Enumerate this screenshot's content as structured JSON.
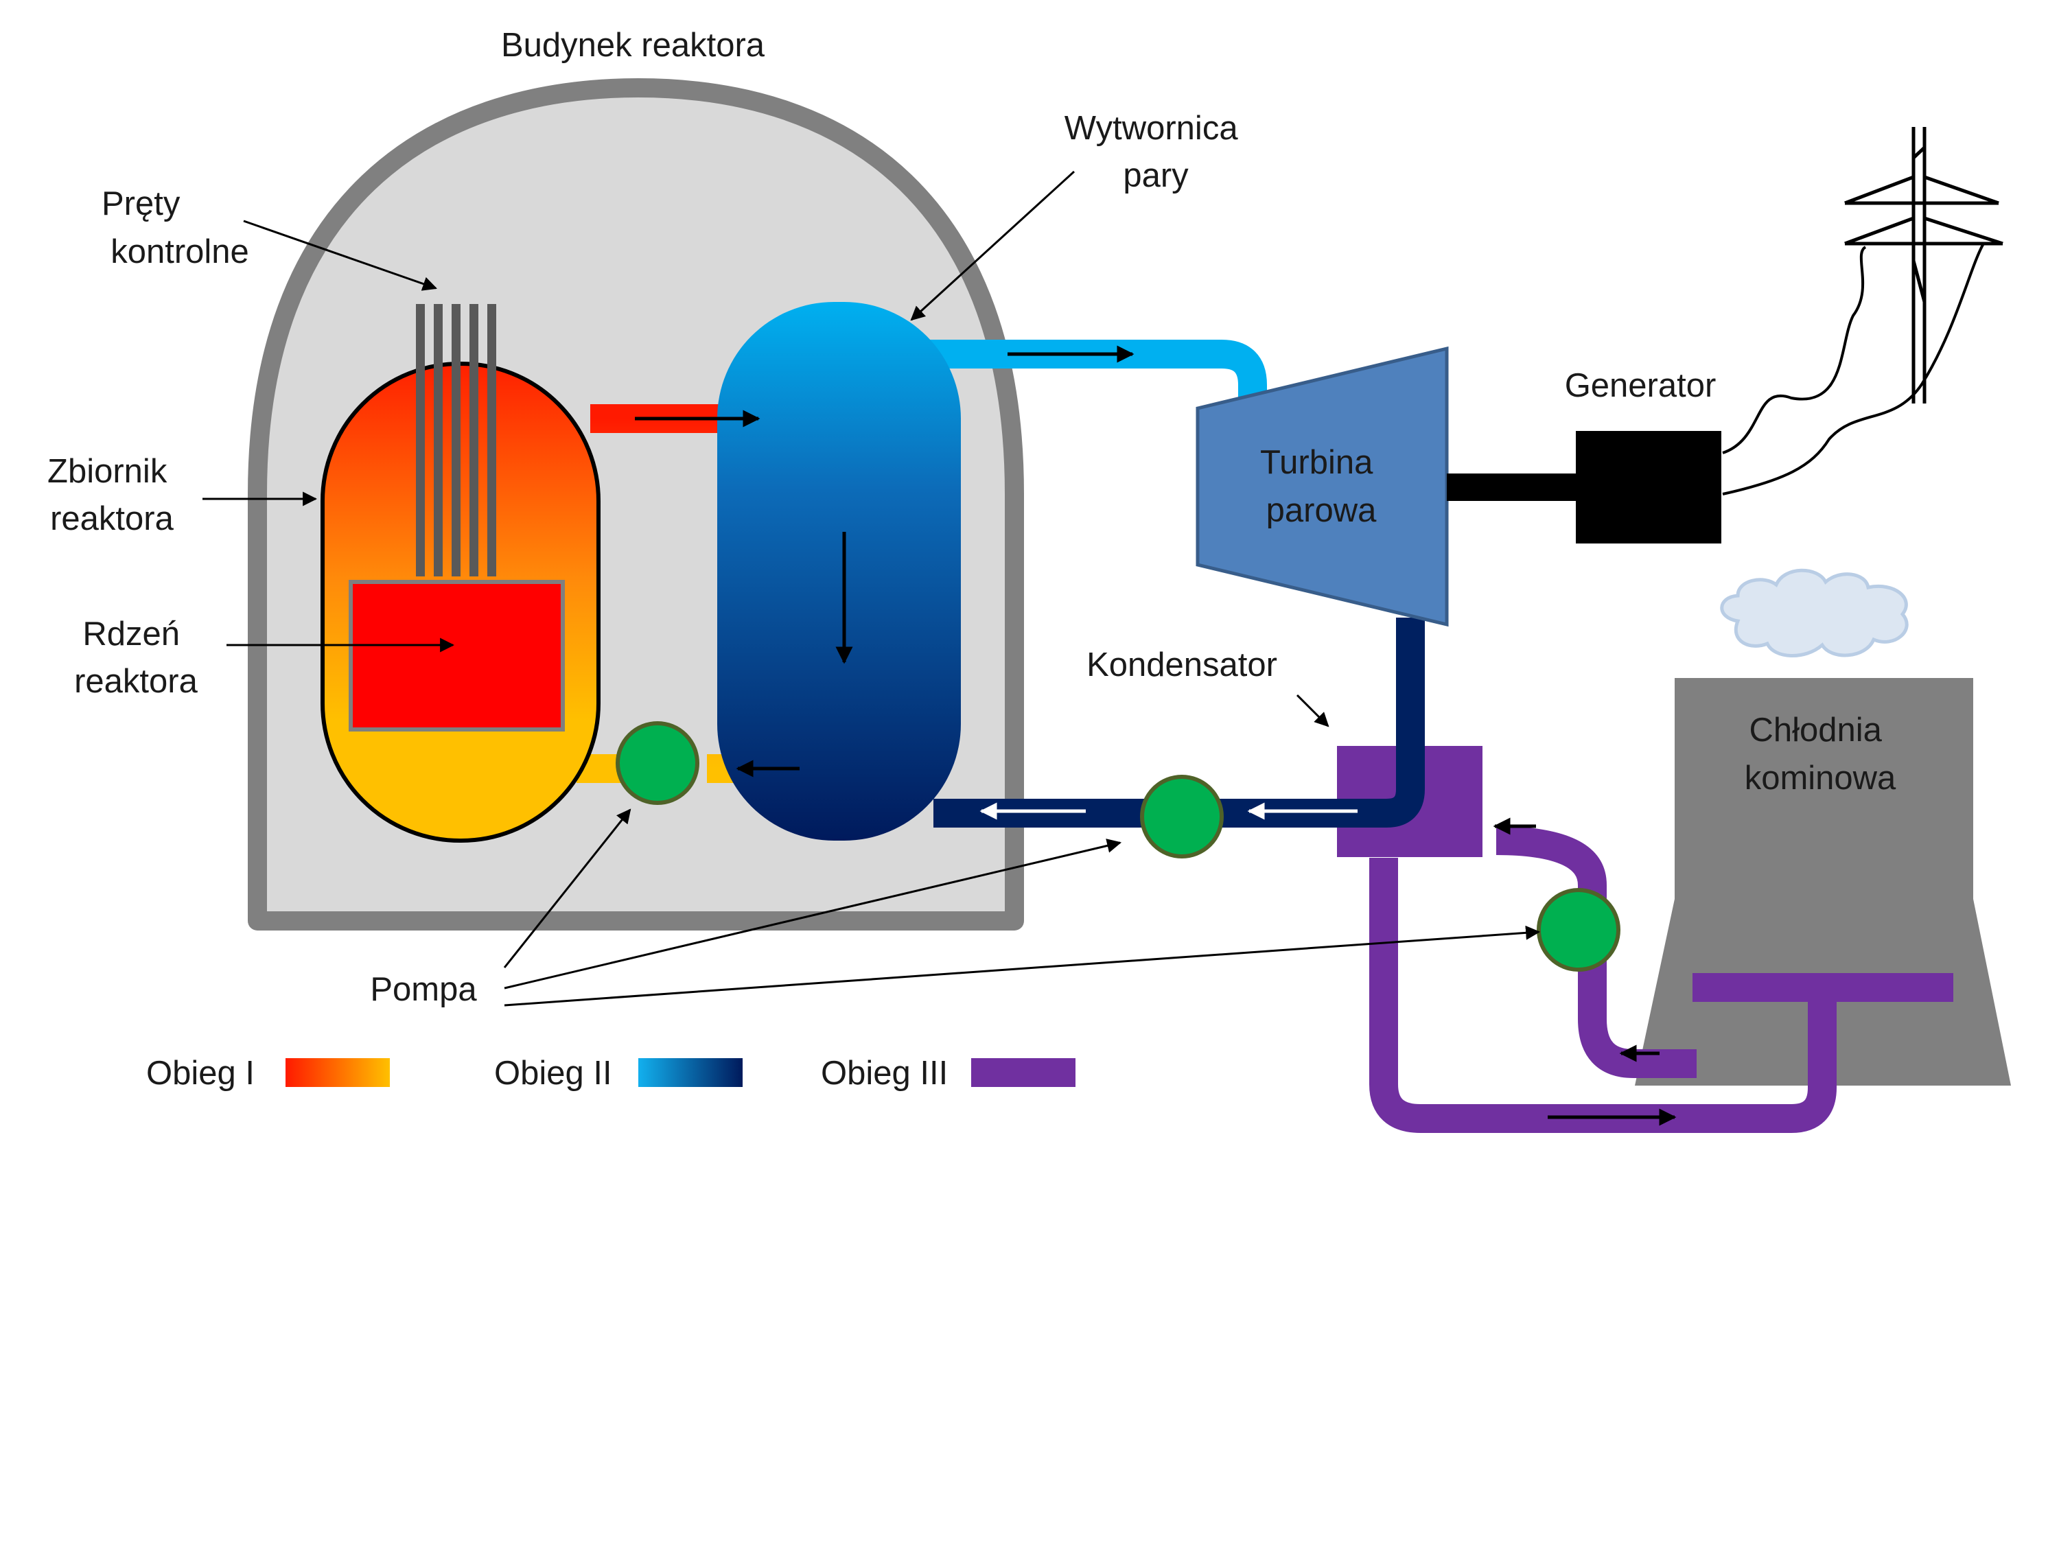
{
  "labels": {
    "reactor_building": "Budynek reaktora",
    "control_rods": [
      "Pręty",
      "kontrolne"
    ],
    "steam_generator": [
      "Wytwornica",
      "pary"
    ],
    "reactor_vessel": [
      "Zbiornik",
      "reaktora"
    ],
    "reactor_core": [
      "Rdzeń",
      "reaktora"
    ],
    "turbine": [
      "Turbina",
      "parowa"
    ],
    "generator": "Generator",
    "condenser": "Kondensator",
    "cooling_tower": [
      "Chłodnia",
      "kominowa"
    ],
    "pump": "Pompa"
  },
  "legend": [
    {
      "label": "Obieg I",
      "colors": [
        "#ff1a00",
        "#ffc000"
      ]
    },
    {
      "label": "Obieg II",
      "colors": [
        "#12b0ee",
        "#001a5c"
      ]
    },
    {
      "label": "Obieg III",
      "colors": [
        "#7030a0"
      ]
    }
  ],
  "colors": {
    "building_fill": "#d9d9d9",
    "building_stroke": "#808080",
    "primary_hot": "#ff0000",
    "primary_cold": "#ffc000",
    "secondary_light": "#00b0f0",
    "secondary_dark": "#002060",
    "tertiary": "#7030a0",
    "pump": "#00b050",
    "turbine": "#4f81bd",
    "generator": "#000000",
    "tower": "#808080",
    "cloud": "#dce6f2"
  }
}
